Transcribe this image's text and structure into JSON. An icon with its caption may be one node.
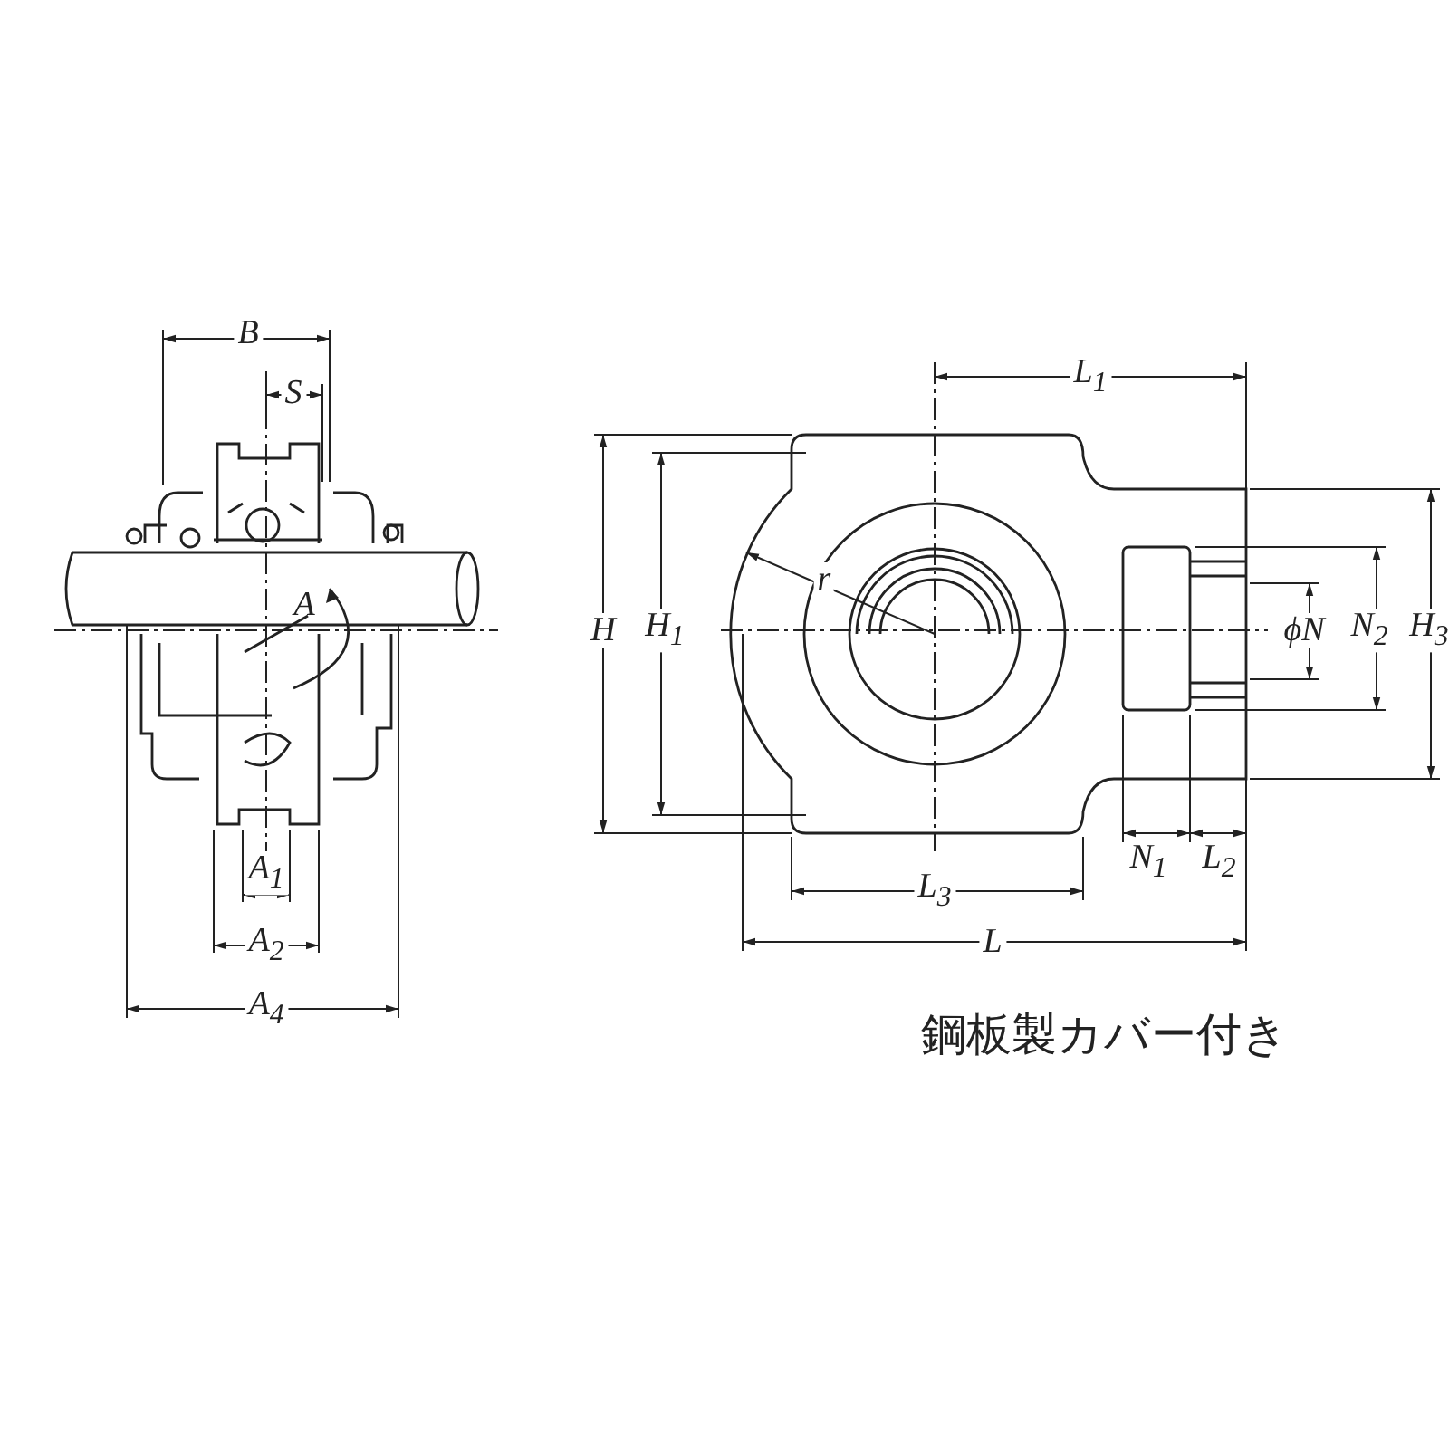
{
  "diagram": {
    "caption": "鋼板製カバー付き",
    "labels": [
      "B",
      "S",
      "L$_{1}$",
      "r",
      "A",
      "H",
      "H$_{1}$",
      "ϕN",
      "N$_{2}$",
      "H$_{3}$",
      "A$_{1}$",
      "N$_{1}$",
      "L$_{2}$",
      "L$_{3}$",
      "A$_{2}$",
      "L",
      "A$_{4}$"
    ]
  }
}
